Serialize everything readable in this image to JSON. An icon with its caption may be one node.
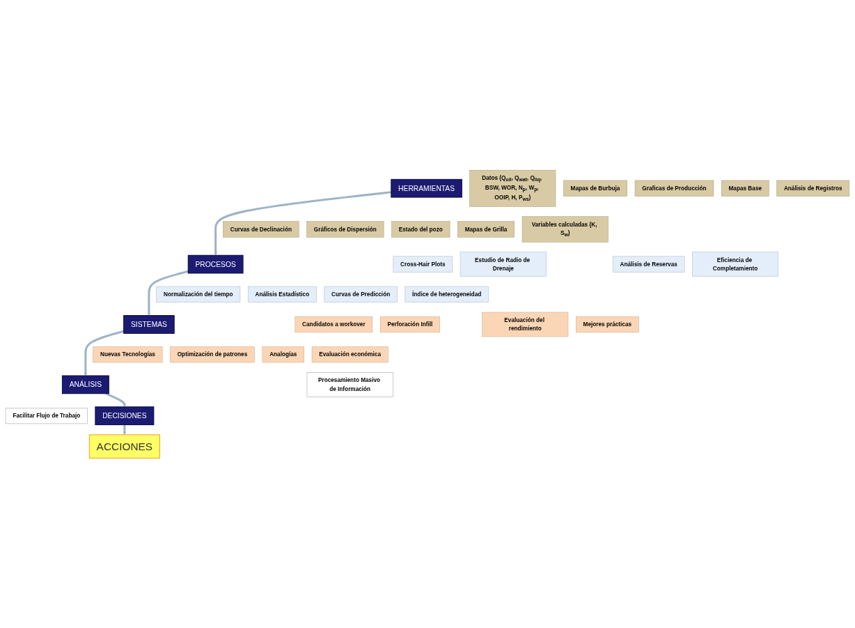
{
  "diagram": {
    "nodes": [
      {
        "text": [
          "HERRAMIENTAS"
        ]
      },
      {
        "text": [
          "Datos (Q$_{oil}$, Q$_{wat}$, Q$_{liq}$, BSW, WOR, N$_{p}$, W$_{p}$, OOIP, H, P$_{ws}$)"
        ]
      },
      {
        "text": [
          "Mapas de Burbuja"
        ]
      },
      {
        "text": [
          "Graficas de Producción"
        ]
      },
      {
        "text": [
          "Mapas Base"
        ]
      },
      {
        "text": [
          "Análisis de Registros"
        ]
      },
      {
        "text": [
          "Variables calculadas (K, S$_{w}$)"
        ]
      },
      {
        "text": [
          "Curvas de Declinación"
        ]
      },
      {
        "text": [
          "Gráficos de Dispersión"
        ]
      },
      {
        "text": [
          "Estado del pozo"
        ]
      },
      {
        "text": [
          "Mapas de Grilla"
        ]
      },
      {
        "text": [
          "PROCESOS"
        ]
      },
      {
        "text": [
          "Cross-Hair Plots"
        ]
      },
      {
        "text": [
          "Estudio de Radio de Drenaje"
        ]
      },
      {
        "text": [
          "Análisis de Reservas"
        ]
      },
      {
        "text": [
          "Eficiencia de Completamiento"
        ]
      },
      {
        "text": [
          "Índice de heterogeneidad"
        ]
      },
      {
        "text": [
          "Normalización del tiempo"
        ]
      },
      {
        "text": [
          "Análisis Estadístico"
        ]
      },
      {
        "text": [
          "Curvas de Predicción"
        ]
      },
      {
        "text": [
          "SISTEMAS"
        ]
      },
      {
        "text": [
          "Candidatos a workover"
        ]
      },
      {
        "text": [
          "Perforación Infill"
        ]
      },
      {
        "text": [
          "Evaluación del rendimiento"
        ]
      },
      {
        "text": [
          "Mejores prácticas"
        ]
      },
      {
        "text": [
          "Evaluación económica"
        ]
      },
      {
        "text": [
          "Nuevas Tecnologías"
        ]
      },
      {
        "text": [
          "Optimización de patrones"
        ]
      },
      {
        "text": [
          "Analogías"
        ]
      },
      {
        "text": [
          "ANÁLISIS"
        ]
      },
      {
        "text": [
          "Procesamiento Masivo de Información"
        ]
      },
      {
        "text": [
          "Facilitar Flujo de Trabajo"
        ]
      },
      {
        "text": [
          "DECISIONES"
        ]
      },
      {
        "text": [
          "ACCIONES"
        ]
      }
    ],
    "edges": [
      {
        "from": 0,
        "to": 11,
        "arrow": "to"
      },
      {
        "from": 11,
        "to": 20,
        "arrow": "to"
      },
      {
        "from": 20,
        "to": 29,
        "arrow": "to"
      },
      {
        "from": 29,
        "to": 32,
        "arrow": "to"
      },
      {
        "from": 32,
        "to": 33,
        "arrow": "to"
      }
    ]
  }
}
